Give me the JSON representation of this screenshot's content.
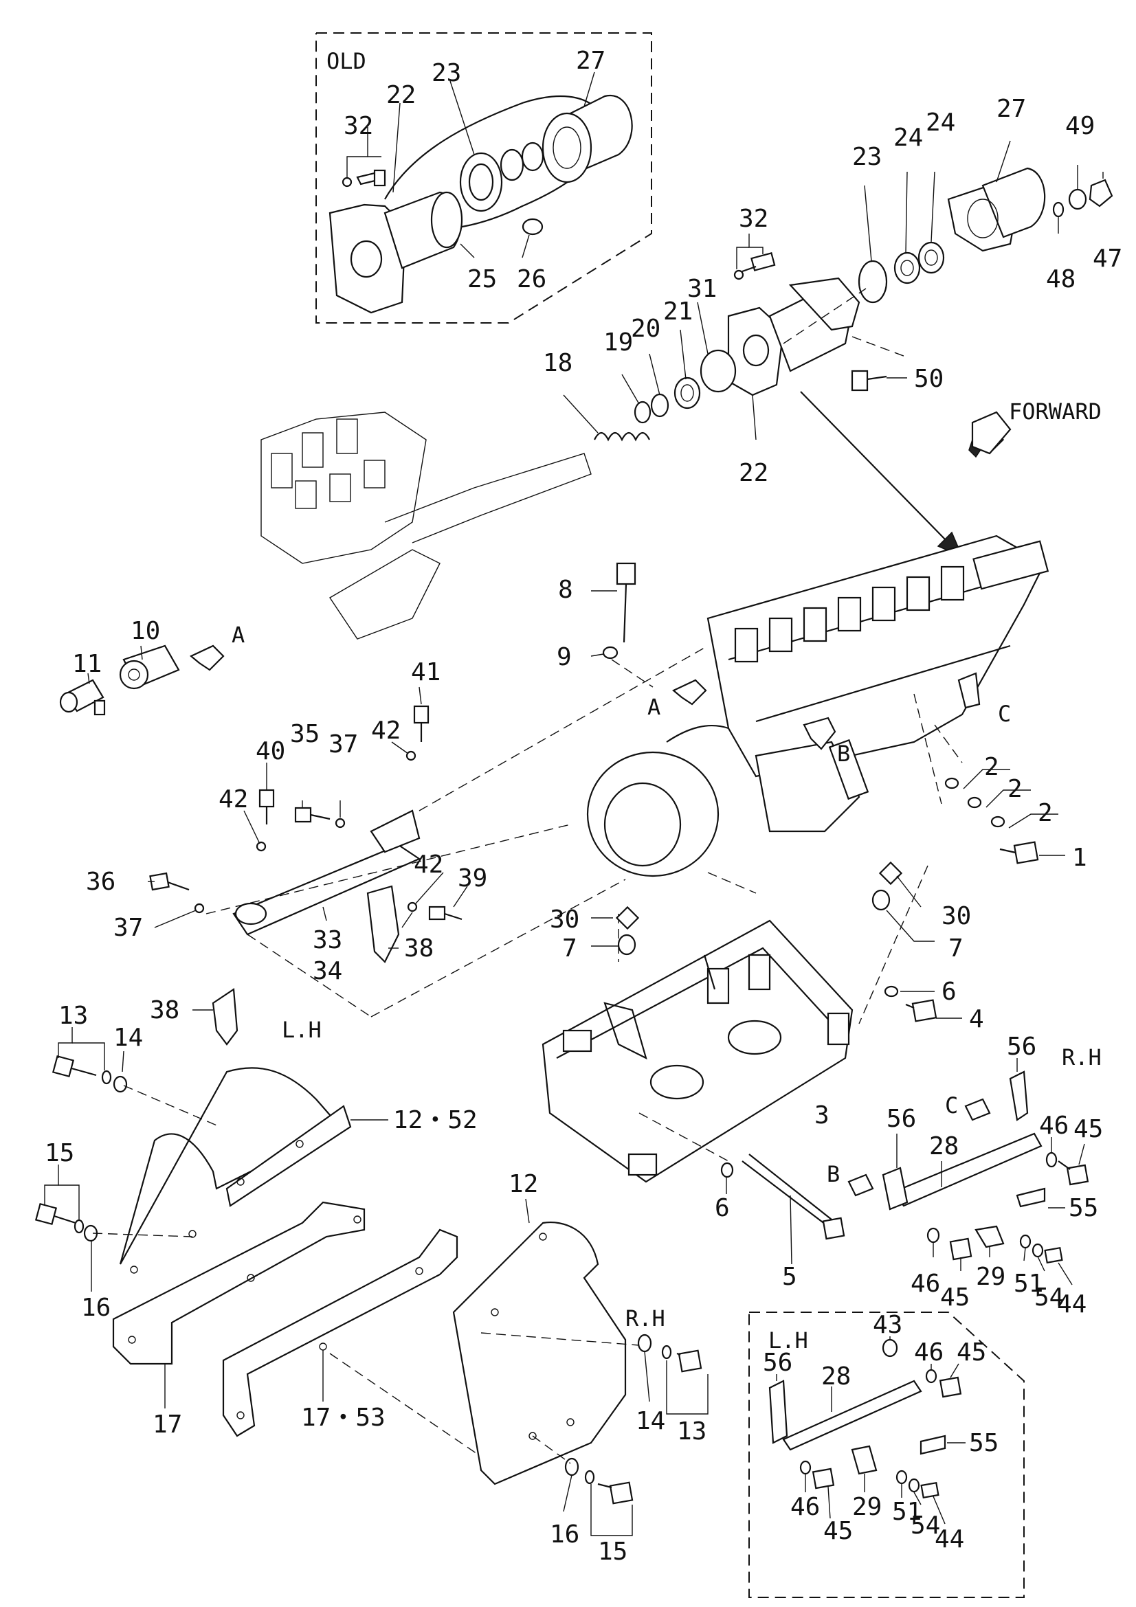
{
  "captions": {
    "old": "OLD",
    "forward": "FORWARD",
    "lh_top": "L.H",
    "rh_mid": "R.H",
    "rh_low": "R.H",
    "lh_box": "L.H"
  },
  "view_letters": {
    "a": "A",
    "b": "B",
    "c": "C"
  },
  "labels": {
    "p1": "1",
    "p2a": "2",
    "p2b": "2",
    "p2c": "2",
    "p3": "3",
    "p4": "4",
    "p5": "5",
    "p6a": "6",
    "p6b": "6",
    "p7a": "7",
    "p7b": "7",
    "p8": "8",
    "p9": "9",
    "p10": "10",
    "p11": "11",
    "p12": "12",
    "p12_52": "12・52",
    "p13a": "13",
    "p13b": "13",
    "p14a": "14",
    "p14b": "14",
    "p15a": "15",
    "p15b": "15",
    "p16a": "16",
    "p16b": "16",
    "p17": "17",
    "p17_53": "17・53",
    "p18": "18",
    "p19": "19",
    "p20": "20",
    "p21": "21",
    "p22a": "22",
    "p22b": "22",
    "p23a": "23",
    "p23b": "23",
    "p24a": "24",
    "p24b": "24",
    "p25": "25",
    "p26": "26",
    "p27a": "27",
    "p27b": "27",
    "p28a": "28",
    "p28b": "28",
    "p29a": "29",
    "p29b": "29",
    "p30a": "30",
    "p30b": "30",
    "p31": "31",
    "p32a": "32",
    "p32b": "32",
    "p33": "33",
    "p34": "34",
    "p35": "35",
    "p36": "36",
    "p37a": "37",
    "p37b": "37",
    "p38a": "38",
    "p38b": "38",
    "p39": "39",
    "p40": "40",
    "p41": "41",
    "p42a": "42",
    "p42b": "42",
    "p42c": "42",
    "p43": "43",
    "p44a": "44",
    "p44b": "44",
    "p45a": "45",
    "p45b": "45",
    "p45c": "45",
    "p45d": "45",
    "p46a": "46",
    "p46b": "46",
    "p46c": "46",
    "p46d": "46",
    "p47": "47",
    "p48": "48",
    "p49": "49",
    "p50": "50",
    "p51a": "51",
    "p51b": "51",
    "p54a": "54",
    "p54b": "54",
    "p55a": "55",
    "p55b": "55",
    "p56a": "56",
    "p56b": "56",
    "p56c": "56"
  }
}
